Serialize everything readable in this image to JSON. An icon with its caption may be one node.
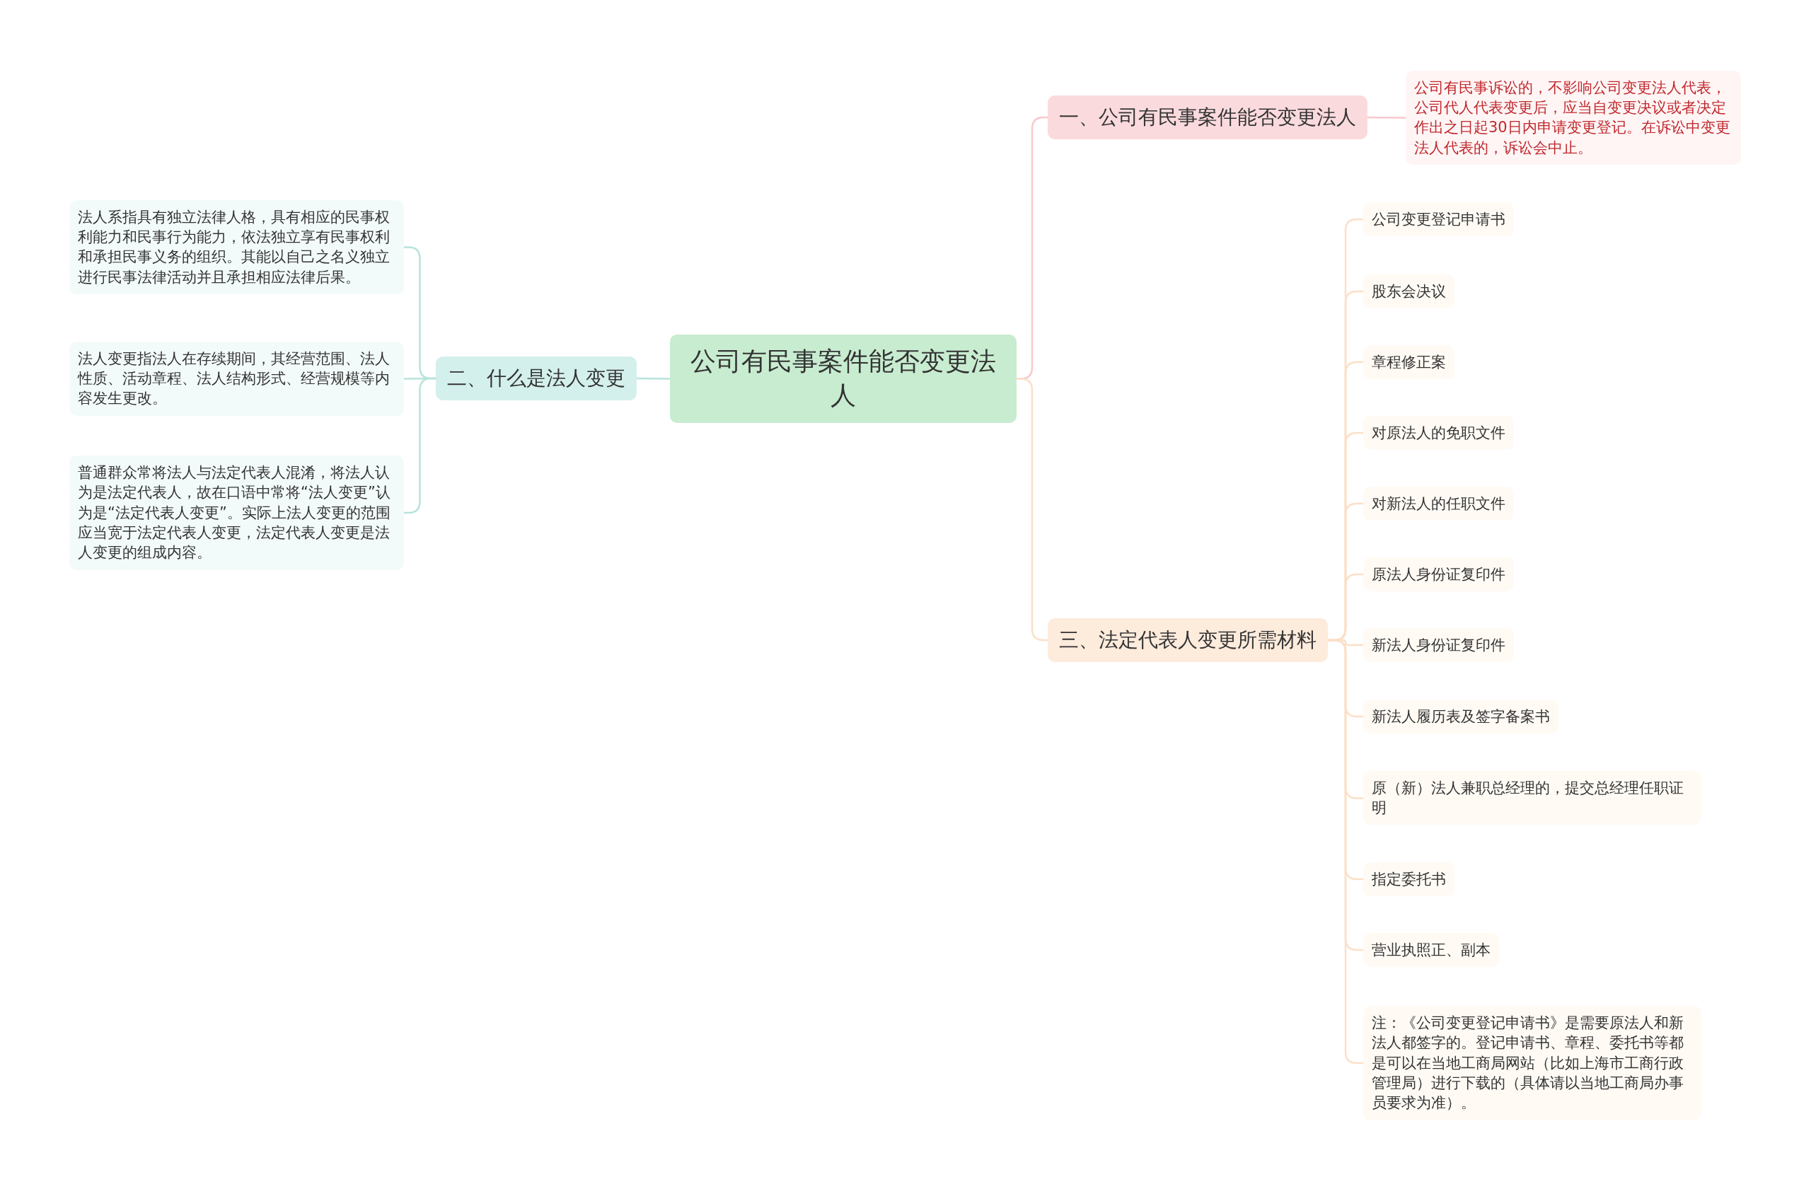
{
  "diagram": {
    "nodes": [
      {
        "text": [
          "公司有民事案件能否变更法人"
        ]
      },
      {
        "text": [
          "一、公司有民事案件能否变更法人"
        ]
      },
      {
        "text": [
          "公司有民事诉讼的，不影响公司变更法人代表，公司代人代表变更后，应当自变更决议或者决定作出之日起30日内申请变更登记。在诉讼中变更法人代表的，诉讼会中止。"
        ]
      },
      {
        "text": [
          "二、什么是法人变更"
        ]
      },
      {
        "text": [
          "法人系指具有独立法律人格，具有相应的民事权利能力和民事行为能力，依法独立享有民事权利和承担民事义务的组织。其能以自己之名义独立进行民事法律活动并且承担相应法律后果。"
        ]
      },
      {
        "text": [
          "法人变更指法人在存续期间，其经营范围、法人性质、活动章程、法人结构形式、经营规模等内容发生更改。"
        ]
      },
      {
        "text": [
          "普通群众常将法人与法定代表人混淆，将法人认为是法定代表人，故在口语中常将“法人变更”认为是“法定代表人变更”。实际上法人变更的范围应当宽于法定代表人变更，法定代表人变更是法人变更的组成内容。"
        ]
      },
      {
        "text": [
          "三、法定代表人变更所需材料"
        ]
      },
      {
        "text": [
          "公司变更登记申请书"
        ]
      },
      {
        "text": [
          "股东会决议"
        ]
      },
      {
        "text": [
          "章程修正案"
        ]
      },
      {
        "text": [
          "对原法人的免职文件"
        ]
      },
      {
        "text": [
          "对新法人的任职文件"
        ]
      },
      {
        "text": [
          "原法人身份证复印件"
        ]
      },
      {
        "text": [
          "新法人身份证复印件"
        ]
      },
      {
        "text": [
          "新法人履历表及签字备案书"
        ]
      },
      {
        "text": [
          "原（新）法人兼职总经理的，提交总经理任职证明"
        ]
      },
      {
        "text": [
          "指定委托书"
        ]
      },
      {
        "text": [
          "营业执照正、副本"
        ]
      },
      {
        "text": [
          "注：《公司变更登记申请书》是需要原法人和新法人都签字的。登记申请书、章程、委托书等都是可以在当地工商局网站（比如上海市工商行政管理局）进行下载的（具体请以当地工商局办事员要求为准）。"
        ]
      }
    ],
    "edges": [
      {
        "from": 0,
        "to": 1,
        "arrow": "none",
        "color": "#f6c9cc"
      },
      {
        "from": 1,
        "to": 2,
        "arrow": "none",
        "color": "#f6c9cc"
      },
      {
        "from": 0,
        "to": 3,
        "arrow": "none",
        "color": "#b8e4dd"
      },
      {
        "from": 3,
        "to": 4,
        "arrow": "none",
        "color": "#b8e4dd"
      },
      {
        "from": 3,
        "to": 5,
        "arrow": "none",
        "color": "#b8e4dd"
      },
      {
        "from": 3,
        "to": 6,
        "arrow": "none",
        "color": "#b8e4dd"
      },
      {
        "from": 0,
        "to": 7,
        "arrow": "none",
        "color": "#fbe0c8"
      },
      {
        "from": 7,
        "to": 8,
        "arrow": "none",
        "color": "#fbe0c8"
      },
      {
        "from": 7,
        "to": 9,
        "arrow": "none",
        "color": "#fbe0c8"
      },
      {
        "from": 7,
        "to": 10,
        "arrow": "none",
        "color": "#fbe0c8"
      },
      {
        "from": 7,
        "to": 11,
        "arrow": "none",
        "color": "#fbe0c8"
      },
      {
        "from": 7,
        "to": 12,
        "arrow": "none",
        "color": "#fbe0c8"
      },
      {
        "from": 7,
        "to": 13,
        "arrow": "none",
        "color": "#fbe0c8"
      },
      {
        "from": 7,
        "to": 14,
        "arrow": "none",
        "color": "#fbe0c8"
      },
      {
        "from": 7,
        "to": 15,
        "arrow": "none",
        "color": "#fbe0c8"
      },
      {
        "from": 7,
        "to": 16,
        "arrow": "none",
        "color": "#fbe0c8"
      },
      {
        "from": 7,
        "to": 17,
        "arrow": "none",
        "color": "#fbe0c8"
      },
      {
        "from": 7,
        "to": 18,
        "arrow": "none",
        "color": "#fbe0c8"
      },
      {
        "from": 7,
        "to": 19,
        "arrow": "none",
        "color": "#fbe0c8"
      }
    ]
  }
}
